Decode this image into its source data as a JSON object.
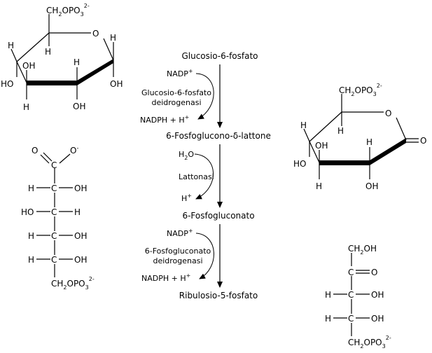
{
  "pathway": {
    "step1": "Glucosio-6-fosfato",
    "step2": "6-Fosfoglucono-δ-lattone",
    "step3": "6-Fosfogluconato",
    "step4": "Ribulosio-5-fosfato",
    "r1": {
      "in": "NADP",
      "in_sup": "+",
      "enzyme_line1": "Glucosio-6-fosfato",
      "enzyme_line2": "deidrogenasi",
      "out": "NADPH + H",
      "out_sup": "+"
    },
    "r2": {
      "in": "H",
      "in_sub": "2",
      "in_tail": "O",
      "enzyme": "Lattonasi",
      "out": "H",
      "out_sup": "+"
    },
    "r3": {
      "in": "NADP",
      "in_sup": "+",
      "enzyme_line1": "6-Fosfogluconato",
      "enzyme_line2": "deidrogenasi",
      "out": "NADPH + H",
      "out_sup": "+"
    }
  },
  "glucose6p": {
    "ch2": "CH",
    "ch2_sub": "2",
    "opo": "OPO",
    "opo_sub": "3",
    "charge": "2-",
    "ring_o": "O",
    "h": "H",
    "oh": "OH",
    "ho": "HO"
  },
  "lactone": {
    "ch2": "CH",
    "ch2_sub": "2",
    "opo": "OPO",
    "opo_sub": "3",
    "charge": "2-",
    "ring_o": "O",
    "carbonyl_o": "O",
    "h": "H",
    "oh": "OH",
    "ho": "HO"
  },
  "gluconate": {
    "o": "O",
    "o_minus": "-",
    "c": "C",
    "h": "H",
    "oh": "OH",
    "ho": "HO",
    "ch2": "CH",
    "ch2_sub": "2",
    "opo": "OPO",
    "opo_sub": "3",
    "charge": "2-"
  },
  "ribulose": {
    "ch2oh": "CH",
    "ch2oh_sub": "2",
    "ch2oh_tail": "OH",
    "c": "C",
    "o": "O",
    "h": "H",
    "oh": "OH",
    "ch2": "CH",
    "ch2_sub": "2",
    "opo": "OPO",
    "opo_sub": "3",
    "charge": "2-"
  }
}
